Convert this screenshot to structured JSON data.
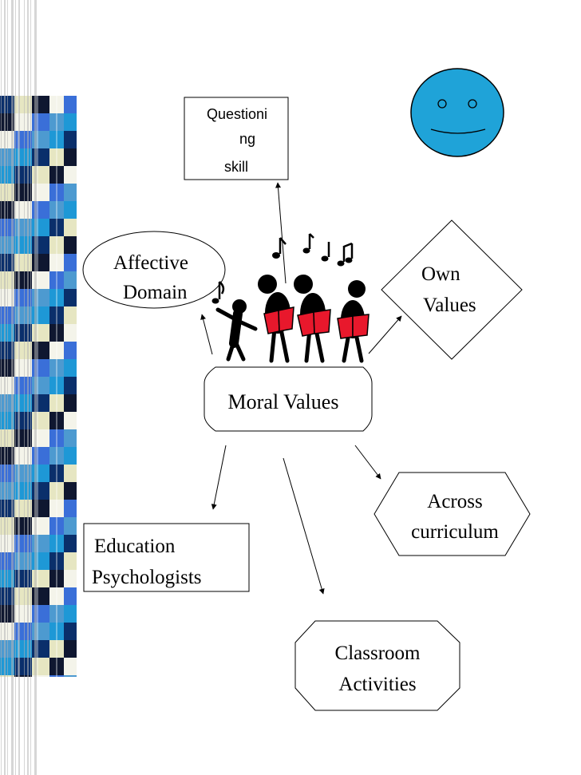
{
  "diagram": {
    "center_label": "Moral Values",
    "nodes": {
      "questioning_lines": [
        "Questioni",
        "ng",
        "skill"
      ],
      "affective_lines": [
        "Affective",
        "Domain"
      ],
      "own_values_lines": [
        "Own",
        "Values"
      ],
      "across_lines": [
        "Across",
        "curriculum"
      ],
      "education_lines": [
        "Education",
        "Psychologists"
      ],
      "classroom_lines": [
        "Classroom",
        "Activities"
      ]
    }
  },
  "colors": {
    "smiley_fill": "#1fa3d8",
    "book_red": "#e8182c",
    "stripe_palette": [
      "#0a2f6b",
      "#3a6fd8",
      "#e6e6c2",
      "#4d9ad0",
      "#0f1730",
      "#1e98d6",
      "#f4f4ea"
    ]
  },
  "icons": {
    "smiley": "smiley-face-icon",
    "singers": "choir-singers-clipart",
    "music_notes": "music-notes-icon"
  }
}
